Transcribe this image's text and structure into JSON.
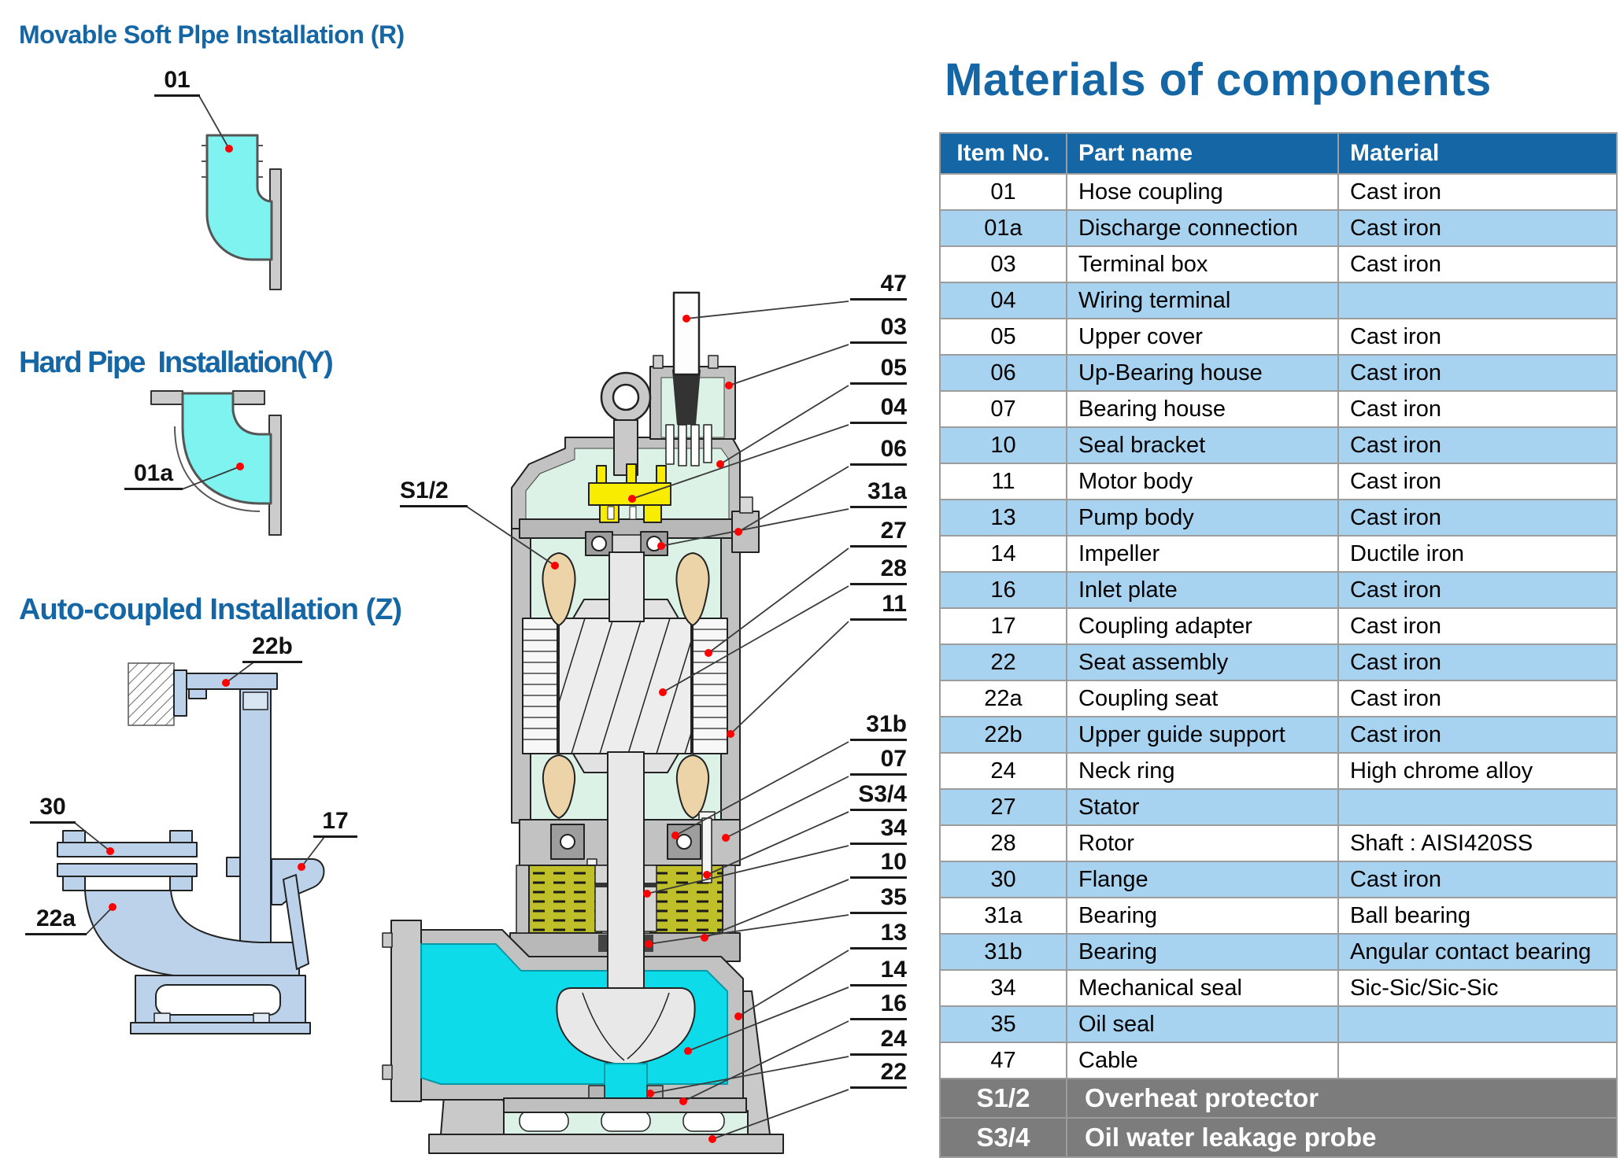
{
  "headings": {
    "soft_pipe": "Movable Soft Plpe Installation (R)",
    "hard_pipe": "Hard Pipe  Installation(Y)",
    "auto_coupled": "Auto-coupled Installation (Z)"
  },
  "materials": {
    "title": "Materials of components",
    "headers": [
      "Item No.",
      "Part name",
      "Material"
    ],
    "rows": [
      [
        "01",
        "Hose coupling",
        "Cast iron"
      ],
      [
        "01a",
        "Discharge connection",
        "Cast iron"
      ],
      [
        "03",
        "Terminal box",
        "Cast iron"
      ],
      [
        "04",
        "Wiring terminal",
        ""
      ],
      [
        "05",
        "Upper cover",
        "Cast iron"
      ],
      [
        "06",
        "Up-Bearing house",
        "Cast iron"
      ],
      [
        "07",
        "Bearing house",
        "Cast iron"
      ],
      [
        "10",
        "Seal bracket",
        "Cast iron"
      ],
      [
        "11",
        "Motor body",
        "Cast iron"
      ],
      [
        "13",
        "Pump body",
        "Cast iron"
      ],
      [
        "14",
        "Impeller",
        "Ductile iron"
      ],
      [
        "16",
        "Inlet plate",
        "Cast iron"
      ],
      [
        "17",
        "Coupling adapter",
        "Cast iron"
      ],
      [
        "22",
        "Seat assembly",
        "Cast iron"
      ],
      [
        "22a",
        "Coupling seat",
        "Cast iron"
      ],
      [
        "22b",
        "Upper guide support",
        "Cast iron"
      ],
      [
        "24",
        "Neck ring",
        "High chrome alloy"
      ],
      [
        "27",
        "Stator",
        ""
      ],
      [
        "28",
        "Rotor",
        "Shaft : AISI420SS"
      ],
      [
        "30",
        "Flange",
        "Cast iron"
      ],
      [
        "31a",
        "Bearing",
        "Ball bearing"
      ],
      [
        "31b",
        "Bearing",
        "Angular contact bearing"
      ],
      [
        "34",
        "Mechanical seal",
        "Sic-Sic/Sic-Sic"
      ],
      [
        "35",
        "Oil seal",
        ""
      ],
      [
        "47",
        "Cable",
        ""
      ]
    ],
    "special_rows": [
      [
        "S1/2",
        "Overheat protector"
      ],
      [
        "S3/4",
        "Oil water leakage probe"
      ]
    ]
  },
  "callouts": {
    "c01": "01",
    "c01a": "01a",
    "s12": "S1/2",
    "c22b": "22b",
    "c30": "30",
    "c17": "17",
    "c22a": "22a",
    "r47": "47",
    "r03": "03",
    "r05": "05",
    "r04": "04",
    "r06": "06",
    "r31a": "31a",
    "r27": "27",
    "r28": "28",
    "r11": "11",
    "r31b": "31b",
    "r07": "07",
    "rs34": "S3/4",
    "r34": "34",
    "r10": "10",
    "r35": "35",
    "r13": "13",
    "r14": "14",
    "r16": "16",
    "r24": "24",
    "r22": "22"
  },
  "colors": {
    "heading_blue": "#1566a4",
    "table_header_bg": "#1466a4",
    "row_alt_blue": "#a8d3f0",
    "special_row_gray": "#7c7c7c",
    "pipe_cyan": "#7ff3ef",
    "volute_cyan": "#0ddbe9",
    "motor_cavity_green": "#dcf2e6",
    "winding_tan": "#ecd3a8",
    "oil_olive": "#bfbf2a",
    "bracket_steel_blue": "#bcd2ea",
    "terminal_yellow": "#f8ec00",
    "red_dot": "#ff0000"
  }
}
